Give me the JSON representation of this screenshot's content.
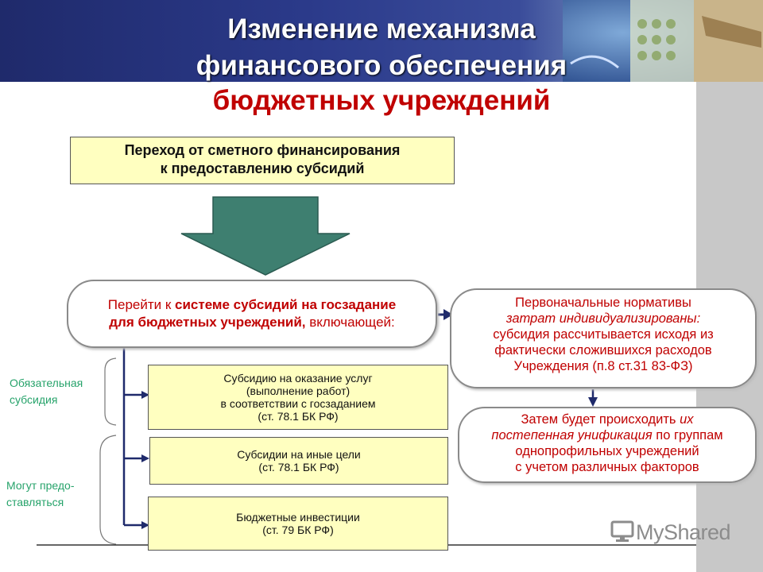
{
  "title": {
    "line1": "Изменение механизма",
    "line2": "финансового обеспечения",
    "line3": "бюджетных учреждений"
  },
  "top_box": {
    "line1": "Переход от сметного финансирования",
    "line2": "к предоставлению субсидий"
  },
  "main_pill": {
    "part1": "Перейти к ",
    "part2": "системе субсидий на госзадание",
    "part3": "для бюджетных учреждений,",
    "part4": " включающей:"
  },
  "subsidy_boxes": [
    {
      "lines": [
        "Субсидию на оказание услуг",
        "(выполнение работ)",
        "в соответствии с госзаданием",
        "(ст. 78.1 БК РФ)"
      ]
    },
    {
      "lines": [
        "Субсидии на иные цели",
        "(ст. 78.1 БК РФ)"
      ]
    },
    {
      "lines": [
        "Бюджетные инвестиции",
        "(ст. 79 БК РФ)"
      ]
    }
  ],
  "side_labels": {
    "mandatory_1": "Обязательная",
    "mandatory_2": "субсидия",
    "optional_1": "Могут предо-",
    "optional_2": "ставляться"
  },
  "norm_pill": {
    "l1": "Первоначальные нормативы",
    "l2": "затрат индивидуализированы:",
    "l3": "субсидия рассчитывается исходя из",
    "l4": "фактически сложившихся расходов",
    "l5": "Учреждения (п.8 ст.31 83-ФЗ)"
  },
  "unif_pill": {
    "l1a": "Затем будет происходить ",
    "l1b": "их",
    "l2a": "постепенная унификация",
    "l2b": " по группам",
    "l3": "однопрофильных учреждений",
    "l4": "с учетом различных факторов"
  },
  "watermark": {
    "text": "MyShared"
  },
  "colors": {
    "header": "#2b3a8a",
    "accent_red": "#c00000",
    "box_fill": "#ffffc0",
    "arrow_fill": "#3e7f70",
    "side_green": "#27a36b",
    "connector": "#1f2a6b"
  }
}
